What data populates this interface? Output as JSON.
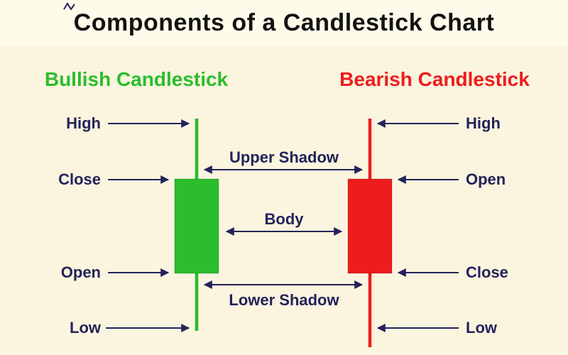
{
  "title": "Components of a Candlestick Chart",
  "sections": {
    "bullish": {
      "title": "Bullish Candlestick"
    },
    "bearish": {
      "title": "Bearish Candlestick"
    }
  },
  "labels": {
    "bullish": {
      "high": "High",
      "close": "Close",
      "open": "Open",
      "low": "Low"
    },
    "bearish": {
      "high": "High",
      "open": "Open",
      "close": "Close",
      "low": "Low"
    },
    "center": {
      "upper_shadow": "Upper Shadow",
      "body": "Body",
      "lower_shadow": "Lower Shadow"
    }
  },
  "colors": {
    "background": "#fbf4df",
    "title_band": "#fffbea",
    "title": "#121212",
    "bullish": "#2bbd2b",
    "bearish": "#ee1c1c",
    "label": "#23235a"
  }
}
